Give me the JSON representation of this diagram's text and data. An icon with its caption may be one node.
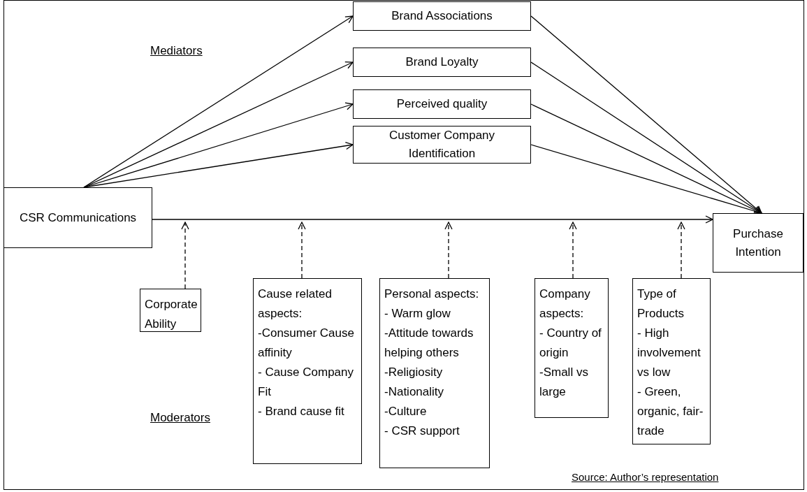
{
  "diagram": {
    "nodes": [
      {
        "text": [
          "Brand Associations"
        ]
      },
      {
        "text": [
          "Brand Loyalty"
        ]
      },
      {
        "text": [
          "Perceived quality"
        ]
      },
      {
        "text": [
          "Customer Company Identification"
        ]
      },
      {
        "text": [
          "CSR Communications"
        ]
      },
      {
        "text": [
          "Purchase Intention"
        ]
      },
      {
        "text": [
          "Corporate Ability"
        ]
      },
      {
        "text": [
          "Cause related aspects:",
          "-Consumer Cause affinity",
          "- Cause Company Fit",
          "- Brand cause fit"
        ]
      },
      {
        "text": [
          "Personal aspects:",
          "- Warm glow",
          "-Attitude towards helping others",
          "-Religiosity",
          "-Nationality",
          "-Culture",
          "- CSR support"
        ]
      },
      {
        "text": [
          "Company aspects:",
          "- Country of origin",
          "-Small vs large"
        ]
      },
      {
        "text": [
          "Type of Products",
          "- High involvement vs low",
          "- Green, organic, fair-trade"
        ]
      }
    ],
    "edges": [
      {
        "from": 4,
        "to": 0,
        "arrow": "to"
      },
      {
        "from": 4,
        "to": 1,
        "arrow": "to"
      },
      {
        "from": 4,
        "to": 2,
        "arrow": "to"
      },
      {
        "from": 4,
        "to": 3,
        "arrow": "to"
      },
      {
        "from": 0,
        "to": 5,
        "arrow": "to"
      },
      {
        "from": 1,
        "to": 5,
        "arrow": "to"
      },
      {
        "from": 2,
        "to": 5,
        "arrow": "to"
      },
      {
        "from": 3,
        "to": 5,
        "arrow": "to"
      },
      {
        "from": 4,
        "to": 5,
        "arrow": "to"
      },
      {
        "from": 6,
        "to": null,
        "arrow": "to",
        "style": "dashed"
      },
      {
        "from": 7,
        "to": null,
        "arrow": "to",
        "style": "dashed"
      },
      {
        "from": 8,
        "to": null,
        "arrow": "to",
        "style": "dashed"
      },
      {
        "from": 9,
        "to": null,
        "arrow": "to",
        "style": "dashed"
      },
      {
        "from": 10,
        "to": null,
        "arrow": "to",
        "style": "dashed"
      }
    ],
    "labels": [
      "Mediators",
      "Moderators",
      "Source: Author’s representation"
    ]
  }
}
